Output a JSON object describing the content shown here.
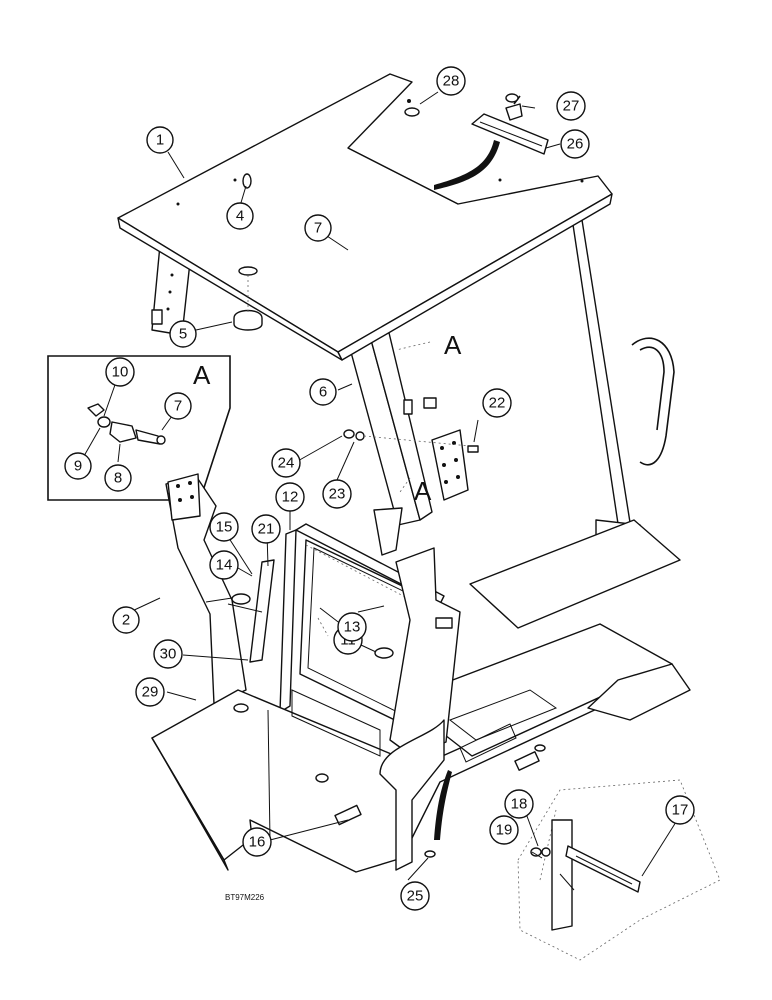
{
  "callouts": {
    "c1": "1",
    "c2": "2",
    "c4": "4",
    "c5": "5",
    "c6": "6",
    "c7": "7",
    "c7b": "7",
    "c8": "8",
    "c9": "9",
    "c10": "10",
    "c11": "11",
    "c12": "12",
    "c13": "13",
    "c14": "14",
    "c15": "15",
    "c16": "16",
    "c17": "17",
    "c18": "18",
    "c19": "19",
    "c21": "21",
    "c22": "22",
    "c23": "23",
    "c24": "24",
    "c25": "25",
    "c26": "26",
    "c27": "27",
    "c28": "28",
    "c29": "29",
    "c30": "30"
  },
  "section_labels": {
    "detail_box": "A",
    "arrow_upper": "A",
    "arrow_lower": "A"
  },
  "drawing_id": "BT97M226"
}
